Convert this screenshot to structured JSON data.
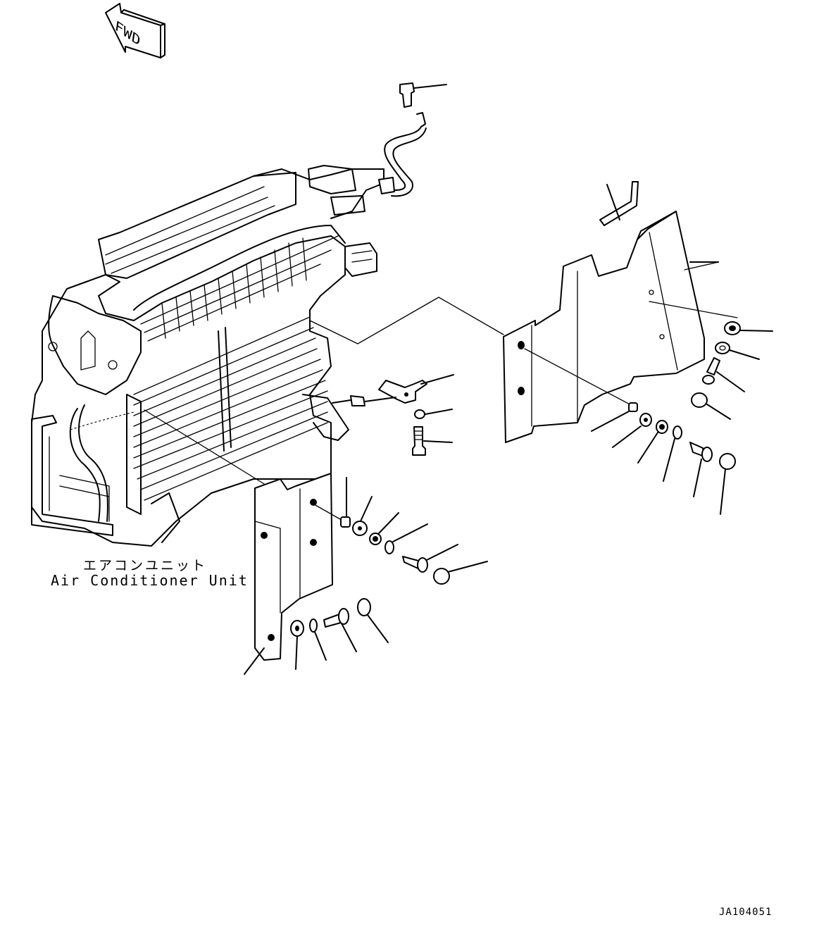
{
  "direction_badge": {
    "text": "FWD"
  },
  "component_label": {
    "japanese": "エアコンユニット",
    "english": "Air Conditioner Unit"
  },
  "drawing_number": "JA104051"
}
